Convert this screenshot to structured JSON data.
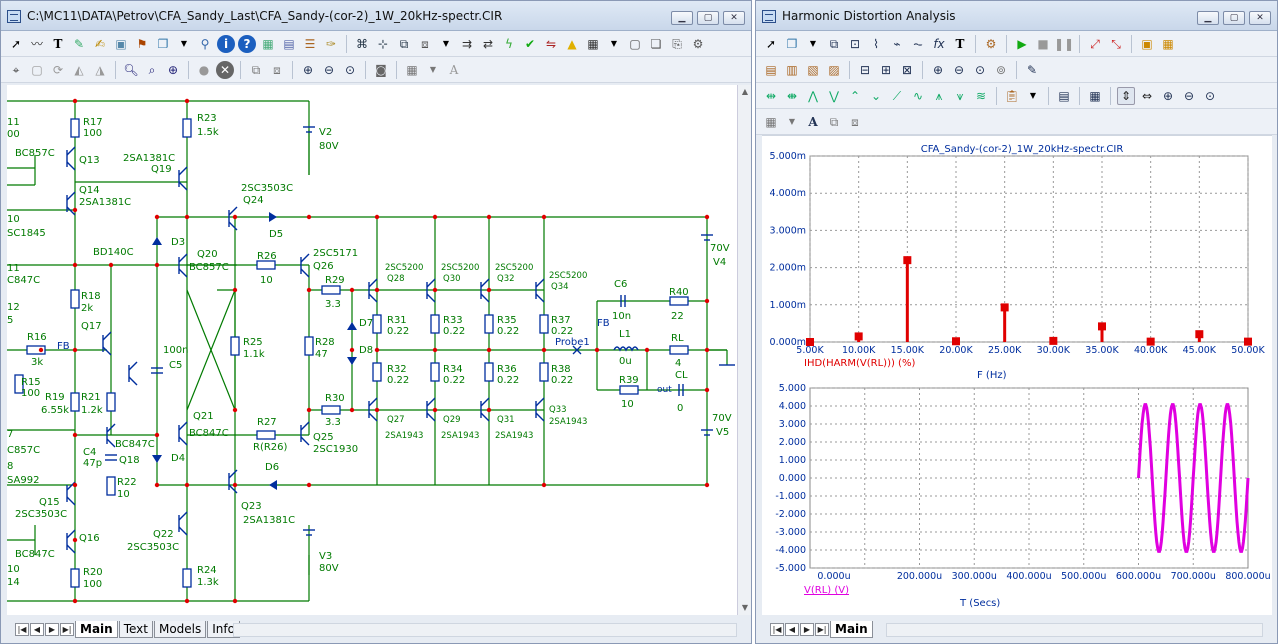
{
  "left_window": {
    "title": "C:\\MC11\\DATA\\Petrov\\CFA_Sandy_Last\\CFA_Sandy-(cor-2)_1W_20kHz-spectr.CIR",
    "controls": {
      "minimize": "▁",
      "maximize": "▢",
      "close": "✕"
    },
    "tabs": [
      "Main",
      "Text",
      "Models",
      "Info"
    ],
    "components": {
      "R17": "R17",
      "R17v": "100",
      "R23": "R23",
      "R23v": "1.5k",
      "V2": "V2",
      "V2v": "80V",
      "BC857C_a": "BC857C",
      "Q13": "Q13",
      "Q19t": "2SA1381C",
      "Q19": "Q19",
      "Q14": "Q14",
      "Q14t": "2SA1381C",
      "Q24t": "2SC3503C",
      "Q24": "Q24",
      "D5": "D5",
      "r10": "10",
      "sc1845": "SC1845",
      "BD140C": "BD140C",
      "D3": "D3",
      "Q20": "Q20",
      "BC857C_b": "BC857C",
      "R26": "R26",
      "R26v": "10",
      "Q26t": "2SC5171",
      "Q26": "Q26",
      "SC5200_1": "2SC5200",
      "Q28": "Q28",
      "SC5200_2": "2SC5200",
      "Q30": "Q30",
      "SC5200_3": "2SC5200",
      "Q32": "Q32",
      "SC5200_4": "2SC5200",
      "Q34": "Q34",
      "V70a": "70V",
      "V4": "V4",
      "c847a": "C847C",
      "r12": "12",
      "r5": "5",
      "R18": "R18",
      "R18v": "2k",
      "R29": "R29",
      "R29v": "3.3",
      "C6": "C6",
      "C6v": "10n",
      "R40": "R40",
      "R40v": "22",
      "Q17": "Q17",
      "D7": "D7",
      "R31": "R31",
      "R31v": "0.22",
      "R33": "R33",
      "R33v": "0.22",
      "R35": "R35",
      "R35v": "0.22",
      "R37": "R37",
      "R37v": "0.22",
      "FB1": "FB",
      "R16": "R16",
      "R16v": "3k",
      "FB2": "FB",
      "C100n": "100n",
      "C5": "C5",
      "R25": "R25",
      "R25v": "1.1k",
      "R28": "R28",
      "R28v": "47",
      "D8": "D8",
      "Probe1": "Probe1",
      "L1": "L1",
      "L1v": "0u",
      "RL": "RL",
      "RLv": "4",
      "R15": "R15",
      "R15v": "100",
      "R32": "R32",
      "R32v": "0.22",
      "R34": "R34",
      "R34v": "0.22",
      "R36": "R36",
      "R36v": "0.22",
      "R38": "R38",
      "R38v": "0.22",
      "R39": "R39",
      "R39v": "10",
      "CL": "CL",
      "CLv": "0",
      "out": "out",
      "R19": "R19",
      "R19v": "6.55k",
      "R21": "R21",
      "R21v": "1.2k",
      "R30": "R30",
      "R30v": "3.3",
      "Q21": "Q21",
      "R27": "R27",
      "Q27": "Q27",
      "Q29": "Q29",
      "Q31": "Q31",
      "Q33": "Q33",
      "SA1943_1": "2SA1943",
      "SA1943_2": "2SA1943",
      "SA1943_3": "2SA1943",
      "SA1943_4": "2SA1943",
      "V70b": "70V",
      "V5": "V5",
      "r7": "7",
      "c857c": "C857C",
      "C4": "C4",
      "C4v": "47p",
      "BC847C_c": "BC847C",
      "Q18": "Q18",
      "BC847C_d": "BC847C",
      "R26b": "R(R26)",
      "Q25": "Q25",
      "Q25t": "2SC1930",
      "D4": "D4",
      "D6": "D6",
      "r8": "8",
      "sa992": "SA992",
      "R22": "R22",
      "R22v": "10",
      "Q15": "Q15",
      "Q15t": "2SC3503C",
      "Q23": "Q23",
      "Q23t": "2SA1381C",
      "Q22": "Q22",
      "Q22t": "2SC3503C",
      "BC847C_e": "BC847C",
      "Q16": "Q16",
      "V3": "V3",
      "V3v": "80V",
      "R20": "R20",
      "R20v": "100",
      "R24": "R24",
      "R24v": "1.3k",
      "r14": "14",
      "r11": "11",
      "r00": "00",
      "r11b": "11",
      "r10b": "10"
    }
  },
  "right_window": {
    "title": "Harmonic Distortion Analysis",
    "controls": {
      "minimize": "▁",
      "maximize": "▢",
      "close": "✕"
    },
    "tabs": [
      "Main"
    ],
    "plot_title": "CFA_Sandy-(cor-2)_1W_20kHz-spectr.CIR",
    "top_plot": {
      "y_ticks": [
        "5.000m",
        "4.000m",
        "3.000m",
        "2.000m",
        "1.000m",
        "0.000m"
      ],
      "x_ticks": [
        "5.00K",
        "10.00K",
        "15.00K",
        "20.00K",
        "25.00K",
        "30.00K",
        "35.00K",
        "40.00K",
        "45.00K",
        "50.00K"
      ],
      "trace_label": "IHD(HARM(V(RL))) (%)",
      "xlabel": "F (Hz)"
    },
    "bottom_plot": {
      "y_ticks": [
        "5.000",
        "4.000",
        "3.000",
        "2.000",
        "1.000",
        "0.000",
        "-1.000",
        "-2.000",
        "-3.000",
        "-4.000",
        "-5.000"
      ],
      "x_ticks": [
        "0.000u",
        "200.000u",
        "300.000u",
        "400.000u",
        "500.000u",
        "600.000u",
        "700.000u",
        "800.000u"
      ],
      "trace_label": "V(RL) (V)",
      "xlabel": "T (Secs)"
    }
  },
  "colors": {
    "spectrum": "#e00000",
    "waveform": "#e000e0",
    "wire": "#007a00",
    "component": "#002e9e",
    "node": "#e00000"
  },
  "chart_data": [
    {
      "type": "bar",
      "title": "CFA_Sandy-(cor-2)_1W_20kHz-spectr.CIR",
      "xlabel": "F (Hz)",
      "ylabel": "",
      "x": [
        5000,
        10000,
        15000,
        20000,
        25000,
        30000,
        35000,
        40000,
        45000,
        50000
      ],
      "series": [
        {
          "name": "IHD(HARM(V(RL))) (%)",
          "values": [
            0.0,
            0.00015,
            0.0022,
            2e-05,
            0.00093,
            3e-05,
            0.00042,
            1e-05,
            0.00021,
            1e-05
          ]
        }
      ],
      "xlim": [
        5000,
        50000
      ],
      "ylim": [
        0,
        0.005
      ],
      "grid": true
    },
    {
      "type": "line",
      "xlabel": "T (Secs)",
      "ylabel": "",
      "series": [
        {
          "name": "V(RL) (V)",
          "x_start": 0.0006,
          "x_end": 0.0008,
          "amplitude": 4.1,
          "frequency_hz": 20000
        }
      ],
      "xlim": [
        0,
        0.0008
      ],
      "ylim": [
        -5,
        5
      ],
      "grid": true
    }
  ]
}
